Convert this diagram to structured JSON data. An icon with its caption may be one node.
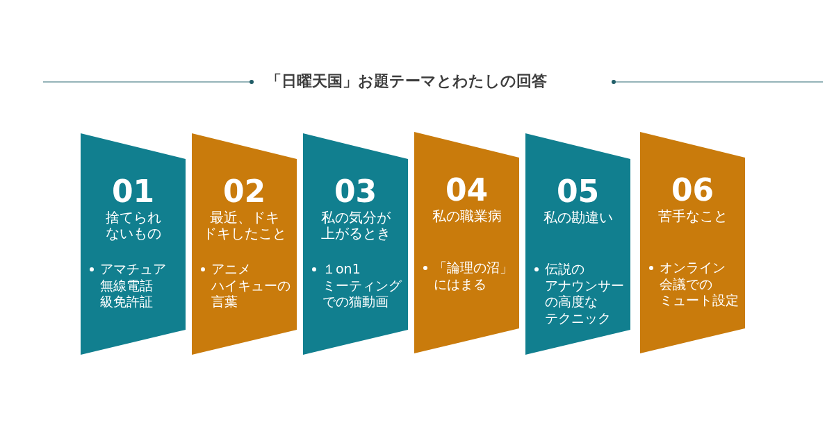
{
  "diagram": {
    "title": "「日曜天国」お題テーマとわたしの回答",
    "nodes": [
      {
        "text": [
          "01",
          "捨てられないもの",
          "アマチュア無線電話級免許証"
        ]
      },
      {
        "text": [
          "02",
          "最近、ドキドキしたこと",
          "アニメハイキューの言葉"
        ]
      },
      {
        "text": [
          "03",
          "私の気分が上がるとき",
          "１on1ミーティングでの猫動画"
        ]
      },
      {
        "text": [
          "04",
          "私の職業病",
          "「論理の沼」にはまる"
        ]
      },
      {
        "text": [
          "05",
          "私の勘違い",
          "伝説のアナウンサーの高度なテクニック"
        ]
      },
      {
        "text": [
          "06",
          "苦手なこと",
          "オンライン会議でのミュート設定"
        ]
      }
    ]
  }
}
